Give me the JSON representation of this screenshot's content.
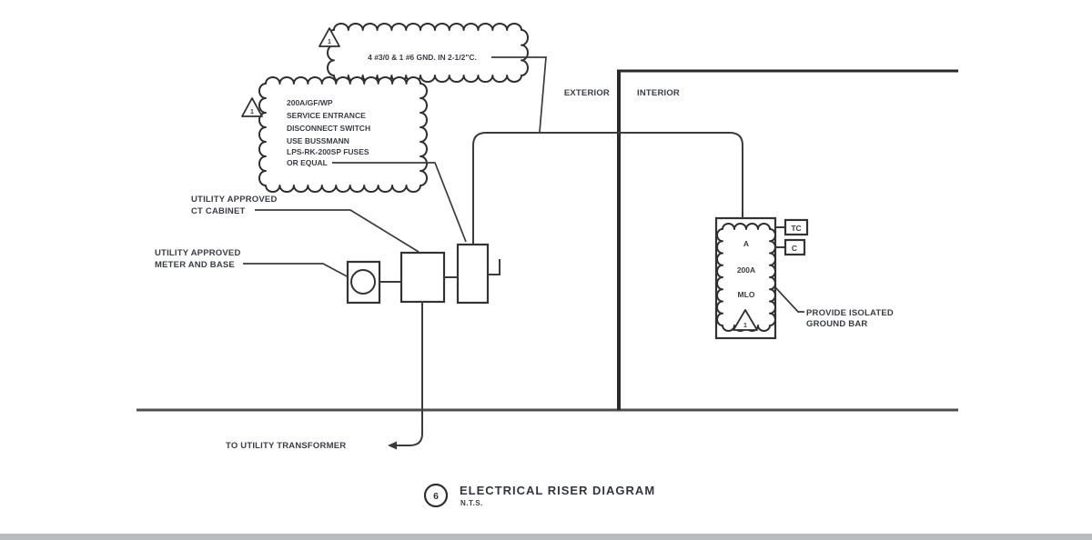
{
  "colors": {
    "line": "#3b3b3b",
    "text": "#3a3d46",
    "grade": "#4f4f4f",
    "page_edge": "#b9bdbf"
  },
  "annotations": {
    "feeder_note": "4 #3/0 & 1 #6 GND. IN 2-1/2\"C.",
    "service_note_lines": [
      "200A/GF/WP",
      "SERVICE ENTRANCE",
      "DISCONNECT SWITCH",
      "USE BUSSMANN",
      "LPS-RK-200SP FUSES",
      "OR EQUAL"
    ],
    "ct_cabinet_lines": [
      "UTILITY APPROVED",
      "CT CABINET"
    ],
    "meter_lines": [
      "UTILITY APPROVED",
      "METER AND BASE"
    ],
    "transformer_label": "TO UTILITY TRANSFORMER",
    "ground_bar_lines": [
      "PROVIDE ISOLATED",
      "GROUND BAR"
    ],
    "exterior_label": "EXTERIOR",
    "interior_label": "INTERIOR",
    "revision_triangle_number": "1"
  },
  "panel": {
    "name": "A",
    "rating": "200A",
    "type": "MLO",
    "tc_tag": "TC",
    "c_tag": "C"
  },
  "title_block": {
    "detail_number": "6",
    "title": "ELECTRICAL RISER DIAGRAM",
    "scale": "N.T.S."
  }
}
